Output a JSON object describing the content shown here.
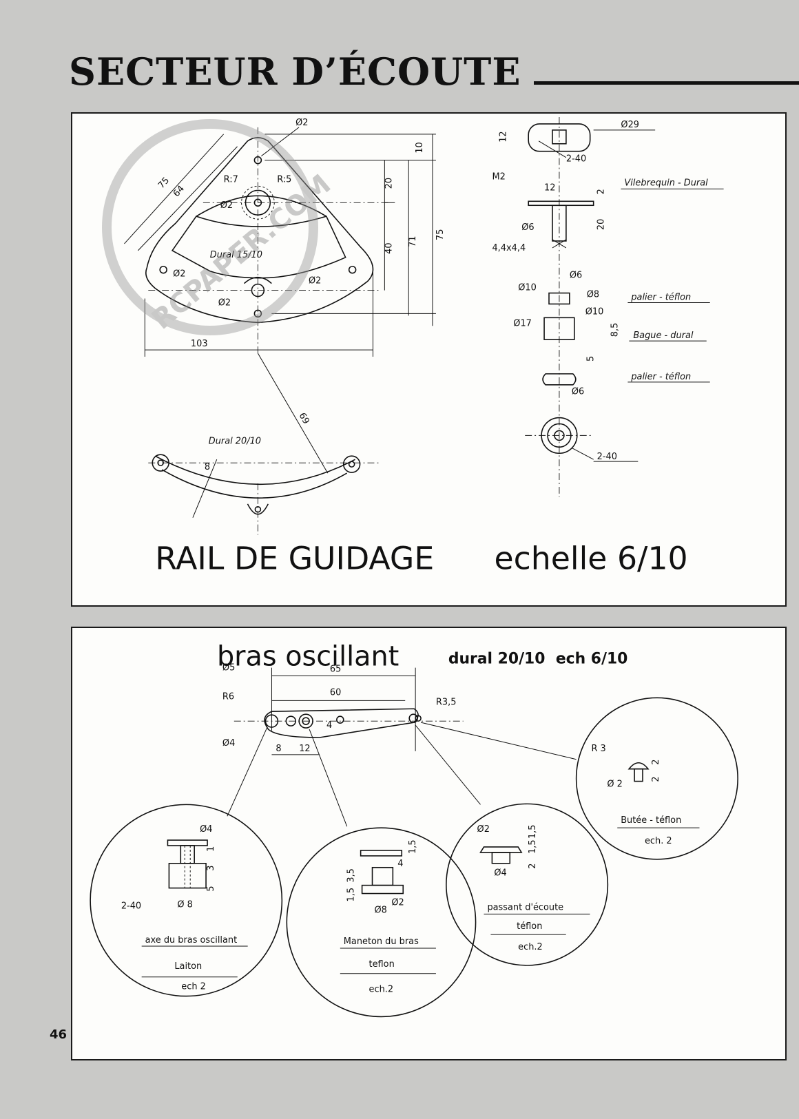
{
  "header": {
    "title": "SECTEUR D’ÉCOUTE",
    "page_number": "46"
  },
  "watermark": {
    "text": "RCPAPER.COM"
  },
  "top_panel": {
    "caption_left": "RAIL DE GUIDAGE",
    "caption_right": "echelle 6/10",
    "sector_material": "Dural 15/10",
    "rail_material": "Dural 20/10",
    "labels": {
      "vilebrequin": "Vilebrequin - Dural",
      "palier_teflon_1": "palier - téflon",
      "bague": "Bague - dural",
      "palier_teflon_2": "palier - téflon"
    },
    "dims": {
      "d103": "103",
      "d75a": "75",
      "d64": "64",
      "d75b": "75",
      "d71": "71",
      "d40": "40",
      "d20": "20",
      "d10": "10",
      "d69": "69",
      "d8": "8",
      "r7": "R:7",
      "r5": "R:5",
      "phi2": "Ø2",
      "phi29": "Ø29",
      "t12": "12",
      "t240": "2-40",
      "m2": "M2",
      "v12": "12",
      "v2": "2",
      "v20": "20",
      "phi6": "Ø6",
      "sq": "4,4x4,4",
      "phi10a": "Ø10",
      "phi8": "Ø8",
      "phi17": "Ø17",
      "phi10b": "Ø10",
      "b85": "8,5",
      "p5": "5",
      "r240": "2-40"
    }
  },
  "bottom_panel": {
    "title": "bras oscillant",
    "subtitle_material": "dural 20/10",
    "subtitle_scale": "ech 6/10",
    "dims": {
      "d65": "65",
      "d60": "60",
      "phi5": "Ø5",
      "r6": "R6",
      "phi4": "Ø4",
      "r35": "R3,5",
      "d8": "8",
      "d12": "12",
      "d4": "4"
    },
    "details": [
      {
        "name": "axe du bras oscillant",
        "material": "Laiton",
        "scale": "ech 2",
        "dims": {
          "phi4": "Ø4",
          "a1": "1",
          "a3": "3",
          "a5": "5",
          "t240": "2-40",
          "phi8": "Ø 8"
        }
      },
      {
        "name": "Maneton du bras",
        "material": "teflon",
        "scale": "ech.2",
        "dims": {
          "h15a": "1,5",
          "w4": "4",
          "h35": "3,5",
          "h15b": "1,5",
          "phi2": "Ø2",
          "phi8": "Ø8"
        }
      },
      {
        "name": "passant d'écoute",
        "material": "téflon",
        "scale": "ech.2",
        "dims": {
          "phi2": "Ø2",
          "h15a": "1,5",
          "h15b": "1,5",
          "h2": "2",
          "phi4": "Ø4"
        }
      },
      {
        "name": "Butée - téflon",
        "scale": "ech. 2",
        "dims": {
          "r3": "R 3",
          "h2a": "2",
          "phi2": "Ø 2",
          "h2b": "2"
        }
      }
    ]
  }
}
